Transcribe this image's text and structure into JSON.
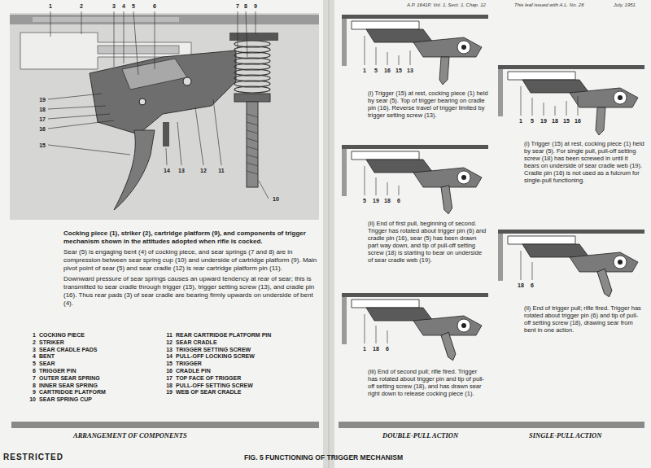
{
  "diagram": {
    "caption": "FIG. 5 FUNCTIONING OF TRIGGER MECHANISM",
    "labels": [
      "A.P. 1641P, Vol. 1, Sect. 1, Chap. 12",
      "This leaf issued with A.L. No. 26",
      "July, 1951",
      "1",
      "2",
      "3",
      "4",
      "5",
      "6",
      "7",
      "8",
      "9",
      "19",
      "18",
      "17",
      "16",
      "15",
      "14",
      "13",
      "12",
      "11",
      "10",
      "Cocking piece (1), striker (2), cartridge platform (9), and components of trigger mechanism shown in the attitudes adopted when rifle is cocked.",
      "Sear (5) is engaging bent (4) of cocking piece, and sear springs (7 and 8) are in compression between sear spring cup (10) and underside of cartridge platform (9). Main pivot point of sear (5) and sear cradle (12) is rear cartridge platform pin (11).",
      "Downward pressure of sear springs causes an upward tendency at rear of sear; this is transmitted to sear cradle through trigger (15), trigger setting screw (13), and cradle pin (16). Thus rear pads (3) of sear cradle are bearing firmly upwards on underside of bent (4).",
      "1",
      "COCKING PIECE",
      "2",
      "STRIKER",
      "3",
      "SEAR CRADLE PADS",
      "4",
      "BENT",
      "5",
      "SEAR",
      "6",
      "TRIGGER PIN",
      "7",
      "OUTER SEAR SPRING",
      "8",
      "INNER SEAR SPRING",
      "9",
      "CARTRIDGE PLATFORM",
      "10",
      "SEAR SPRING CUP",
      "11",
      "REAR CARTRIDGE PLATFORM PIN",
      "12",
      "SEAR CRADLE",
      "13",
      "TRIGGER SETTING SCREW",
      "14",
      "PULL-OFF LOCKING SCREW",
      "15",
      "TRIGGER",
      "16",
      "CRADLE PIN",
      "17",
      "TOP FACE OF TRIGGER",
      "18",
      "PULL-OFF SETTING SCREW",
      "19",
      "WEB OF SEAR CRADLE",
      "ARRANGEMENT OF COMPONENTS",
      "DOUBLE-PULL ACTION",
      "SINGLE-PULL ACTION",
      "RESTRICTED",
      "(i) Trigger (15) at rest, cocking piece (1) held by sear (5). Top of trigger bearing on cradle pin (16). Reverse travel of trigger limited by trigger setting screw (13).",
      "(ii) End of first pull, beginning of second. Trigger has rotated about trigger pin (6) and cradle pin (16), sear (5) has been drawn part way down, and tip of pull-off setting screw (18) is starting to bear on underside of sear cradle web (19).",
      "(iii) End of second pull; rifle fired. Trigger has rotated about trigger pin and tip of pull-off setting screw (18), and has drawn sear right down to release cocking piece (1).",
      "(i) Trigger (15) at rest, cocking piece (1) held by sear (5). For single pull, pull-off setting screw (18) has been screwed in until it bears on underside of sear cradle web (19). Cradle pin (16) is not used as a fulcrum for single-pull functioning.",
      "(ii) End of trigger pull; rifle fired. Trigger has rotated about trigger pin (6) and tip of pull-off setting screw (18), drawing sear from bent in one action.",
      "1",
      "5",
      "16",
      "15",
      "13",
      "5",
      "19",
      "18",
      "6",
      "1",
      "18",
      "6",
      "1",
      "5",
      "19",
      "18",
      "15",
      "16",
      "18",
      "6"
    ]
  }
}
